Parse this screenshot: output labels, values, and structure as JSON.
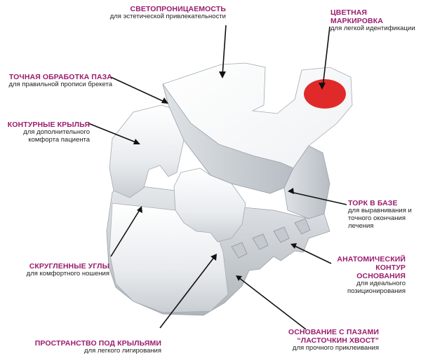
{
  "colors": {
    "title": "#9b1b6e",
    "text": "#222222",
    "marker": "#e02a2a",
    "line": "#111111"
  },
  "labels": {
    "svetopron": {
      "title": "СВЕТОПРОНИЦАЕМОСТЬ",
      "desc": "для эстетической привлекательности"
    },
    "cvetnaya": {
      "title": "ЦВЕТНАЯ МАРКИРОВКА",
      "desc": "для легкой идентификации"
    },
    "tochnaya": {
      "title": "ТОЧНАЯ ОБРАБОТКА ПАЗА",
      "desc": "для правильной прописи брекета"
    },
    "konturnye": {
      "title": "КОНТУРНЫЕ КРЫЛЬЯ",
      "desc1": "для дополнительного",
      "desc2": "комфорта пациента"
    },
    "tork": {
      "title": "ТОРК В БАЗЕ",
      "desc1": "для выравнивания и",
      "desc2": "точного окончания",
      "desc3": "лечения"
    },
    "anatom": {
      "title1": "АНАТОМИЧЕСКИЙ",
      "title2": "КОНТУР ОСНОВАНИЯ",
      "desc1": "для идеального",
      "desc2": "позиционирования"
    },
    "skruglennye": {
      "title": "СКРУГЛЕННЫЕ УГЛЫ",
      "desc": "для комфортного ношения"
    },
    "prostranstvo": {
      "title": "ПРОСТРАНСТВО ПОД КРЫЛЬЯМИ",
      "desc": "для легкого лигирования"
    },
    "osnovanie": {
      "title1": "ОСНОВАНИЕ С ПАЗАМИ",
      "title2": "“ЛАСТОЧКИН ХВОСТ”",
      "desc": "для прочного приклеивания"
    }
  }
}
